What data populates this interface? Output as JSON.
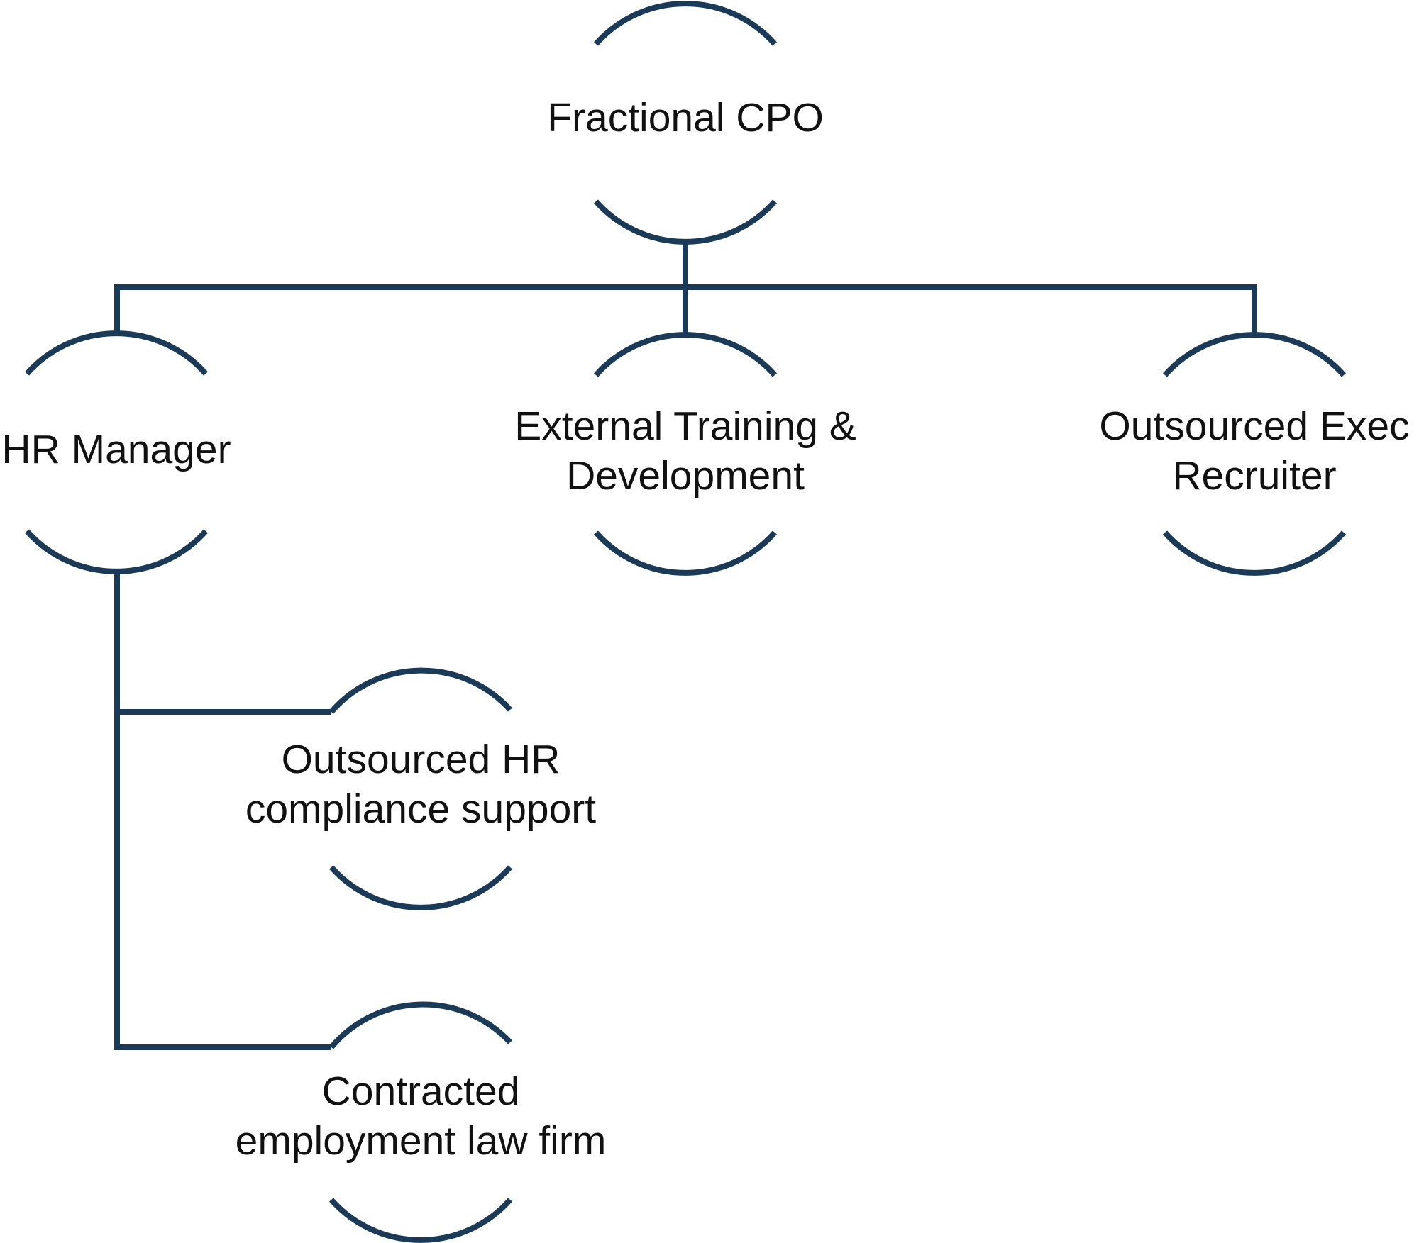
{
  "diagram": {
    "type": "org-chart",
    "colors": {
      "line": "#1b3a57",
      "text": "#111111",
      "background": "#ffffff"
    },
    "nodes": [
      {
        "id": "cpo",
        "lines": [
          "Fractional CPO"
        ]
      },
      {
        "id": "hr_manager",
        "lines": [
          "HR Manager"
        ]
      },
      {
        "id": "training",
        "lines": [
          "External Training &",
          "Development"
        ]
      },
      {
        "id": "exec_recruiter",
        "lines": [
          "Outsourced Exec",
          "Recruiter"
        ]
      },
      {
        "id": "hr_compliance",
        "lines": [
          "Outsourced HR",
          "compliance support"
        ]
      },
      {
        "id": "law_firm",
        "lines": [
          "Contracted",
          "employment law firm"
        ]
      }
    ],
    "edges": [
      {
        "from": "Fractional CPO",
        "to": "HR Manager"
      },
      {
        "from": "Fractional CPO",
        "to": "External Training & Development"
      },
      {
        "from": "Fractional CPO",
        "to": "Outsourced Exec Recruiter"
      },
      {
        "from": "HR Manager",
        "to": "Outsourced HR compliance support"
      },
      {
        "from": "HR Manager",
        "to": "Contracted employment law firm"
      }
    ]
  }
}
